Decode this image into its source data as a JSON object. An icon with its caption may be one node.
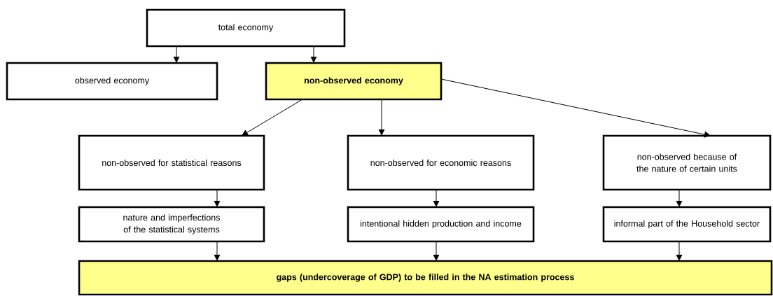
{
  "diagram": {
    "nodes": [
      {
        "text": [
          "total economy"
        ]
      },
      {
        "text": [
          "observed economy"
        ]
      },
      {
        "text": [
          "non-observed economy"
        ]
      },
      {
        "text": [
          "non-observed for statistical reasons"
        ]
      },
      {
        "text": [
          "non-observed for economic reasons"
        ]
      },
      {
        "text": [
          "non-observed because of the nature of certain units"
        ]
      },
      {
        "text": [
          "nature and imperfections of the statistical systems"
        ]
      },
      {
        "text": [
          "intentional hidden production and income"
        ]
      },
      {
        "text": [
          "informal part of the Household sector"
        ]
      },
      {
        "text": [
          "gaps (undercoverage of GDP) to be filled in the NA estimation process"
        ]
      }
    ],
    "edges": [
      {
        "from": 0,
        "to": 1,
        "arrow": "to"
      },
      {
        "from": 0,
        "to": 2,
        "arrow": "to"
      },
      {
        "from": 2,
        "to": 3,
        "arrow": "to"
      },
      {
        "from": 2,
        "to": 4,
        "arrow": "to"
      },
      {
        "from": 2,
        "to": 5,
        "arrow": "to"
      },
      {
        "from": 3,
        "to": 6,
        "arrow": "to"
      },
      {
        "from": 4,
        "to": 7,
        "arrow": "to"
      },
      {
        "from": 5,
        "to": 8,
        "arrow": "to"
      },
      {
        "from": 6,
        "to": 9,
        "arrow": "to"
      },
      {
        "from": 7,
        "to": 9,
        "arrow": "to"
      },
      {
        "from": 8,
        "to": 9,
        "arrow": "to"
      }
    ]
  }
}
